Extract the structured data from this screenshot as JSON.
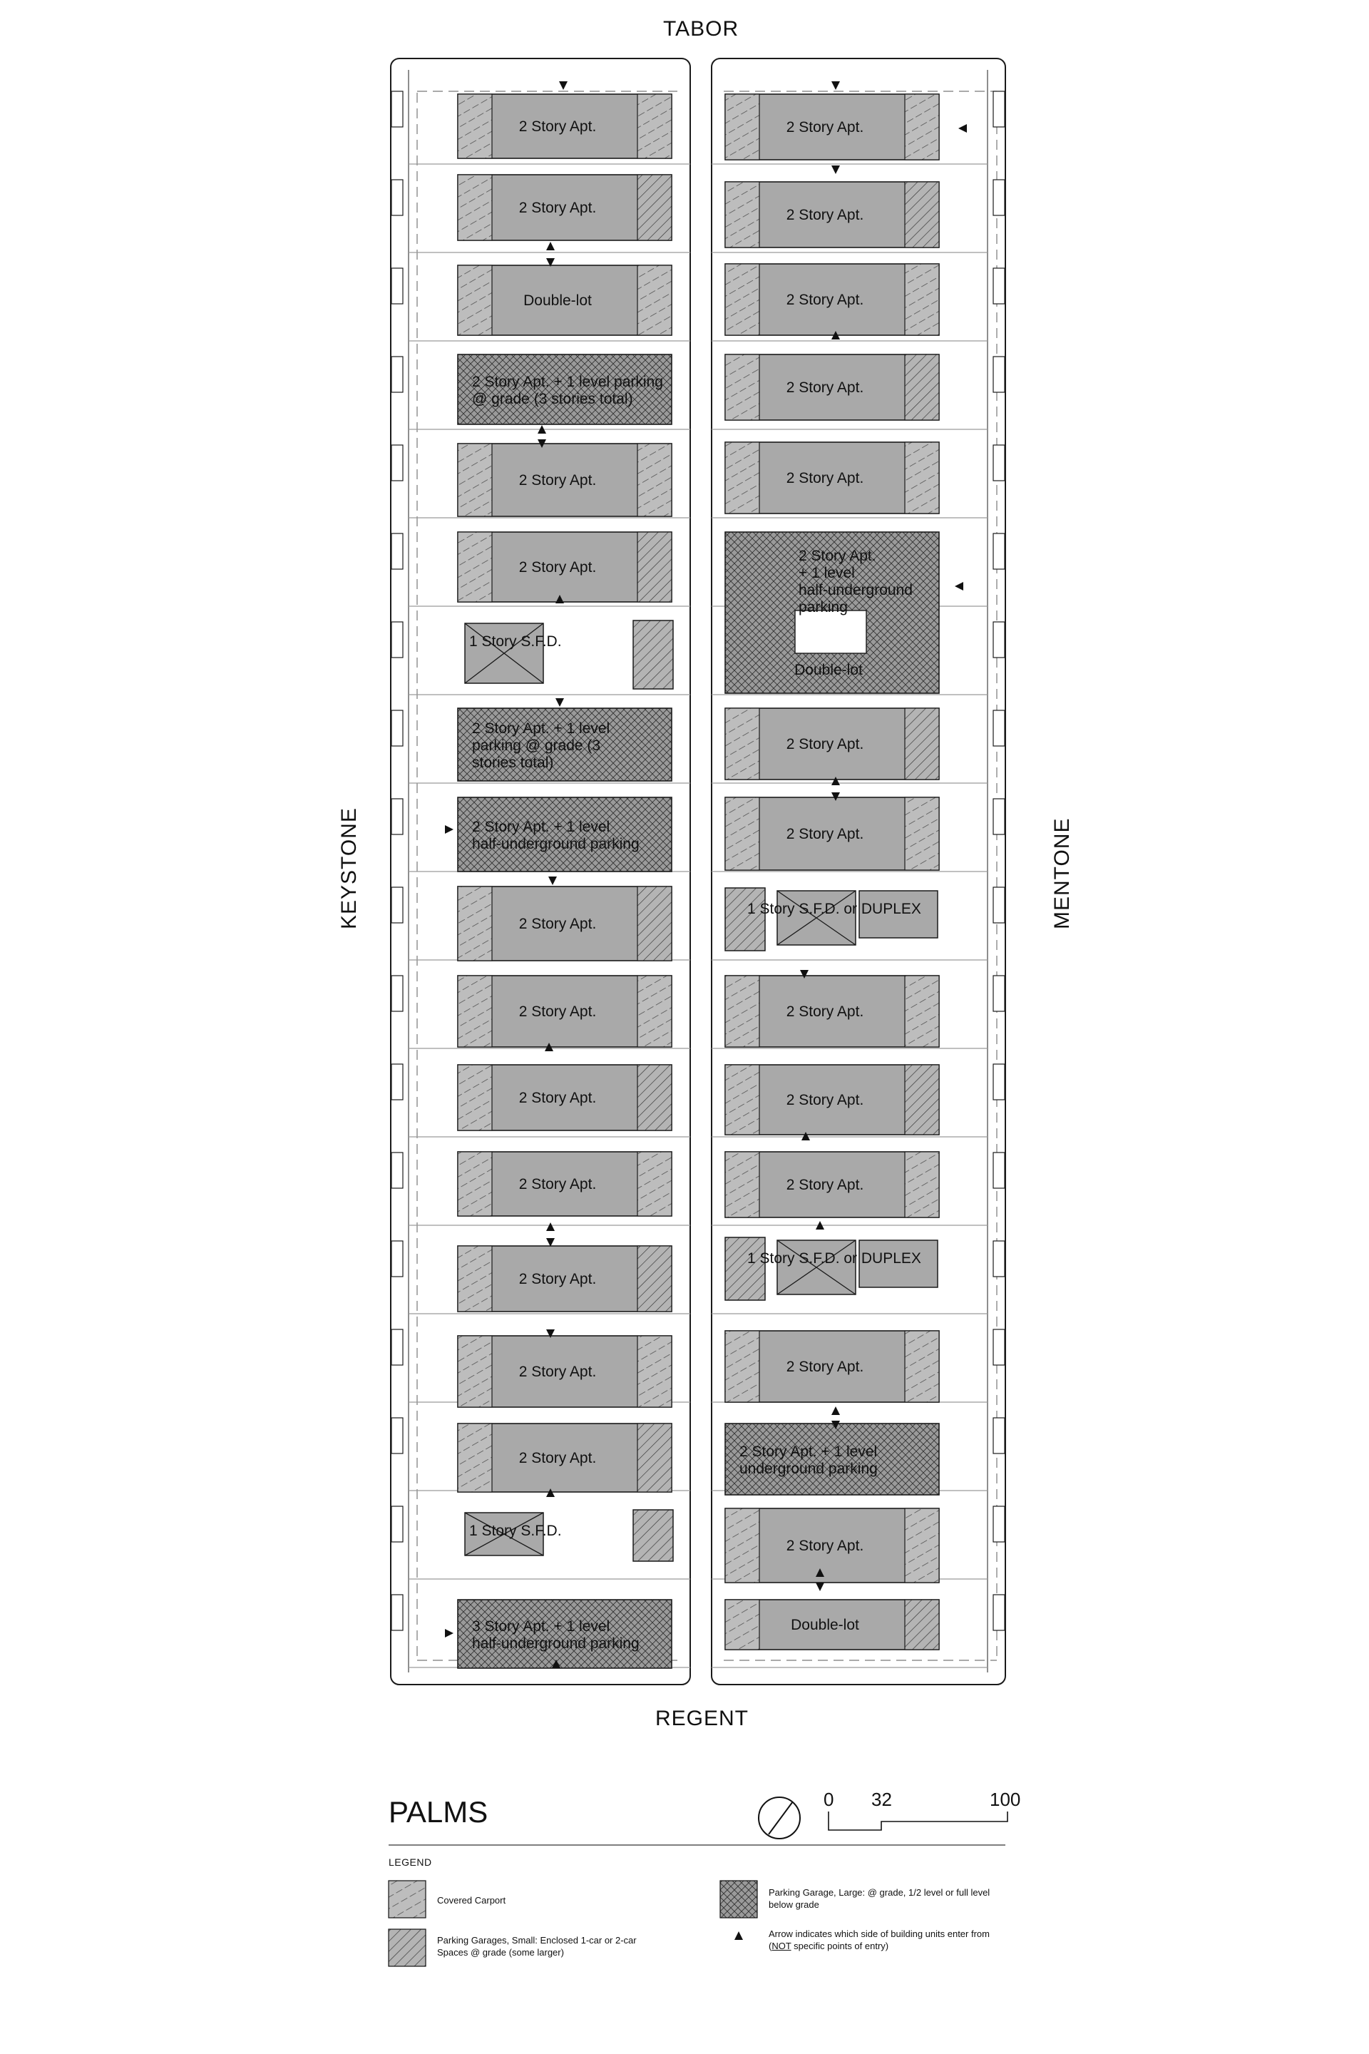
{
  "map": {
    "streets": {
      "north": "TABOR",
      "south": "REGENT",
      "west": "KEYSTONE",
      "east": "MENTONE"
    },
    "title": "PALMS",
    "scale": {
      "labels": [
        "0",
        "32",
        "100"
      ]
    },
    "buildings": {
      "west": [
        {
          "label": [
            "2 Story Apt."
          ],
          "type": "apt"
        },
        {
          "label": [
            "2 Story Apt."
          ],
          "type": "apt"
        },
        {
          "label": [
            "Double-lot"
          ],
          "type": "apt"
        },
        {
          "label": [
            "2 Story Apt. + 1 level parking",
            "@ grade (3 stories total)"
          ],
          "type": "garage"
        },
        {
          "label": [
            "2 Story Apt."
          ],
          "type": "apt"
        },
        {
          "label": [
            "2 Story Apt."
          ],
          "type": "apt"
        },
        {
          "label": [
            "1 Story S.F.D."
          ],
          "type": "sfd"
        },
        {
          "label": [
            "2 Story Apt. + 1 level",
            "parking @ grade (3",
            "stories total)"
          ],
          "type": "garage"
        },
        {
          "label": [
            "2 Story Apt. + 1 level",
            "half-underground parking"
          ],
          "type": "garage"
        },
        {
          "label": [
            "2 Story Apt."
          ],
          "type": "apt"
        },
        {
          "label": [
            "2 Story Apt."
          ],
          "type": "apt"
        },
        {
          "label": [
            "2 Story Apt."
          ],
          "type": "apt"
        },
        {
          "label": [
            "2 Story Apt."
          ],
          "type": "apt"
        },
        {
          "label": [
            "2 Story Apt."
          ],
          "type": "apt"
        },
        {
          "label": [
            "2 Story Apt."
          ],
          "type": "apt"
        },
        {
          "label": [
            "2 Story Apt."
          ],
          "type": "apt"
        },
        {
          "label": [
            "1 Story S.F.D."
          ],
          "type": "sfd"
        },
        {
          "label": [
            "3 Story Apt. + 1 level",
            "half-underground parking"
          ],
          "type": "garage"
        }
      ],
      "east": [
        {
          "label": [
            "2 Story Apt."
          ],
          "type": "apt"
        },
        {
          "label": [
            "2 Story Apt."
          ],
          "type": "apt"
        },
        {
          "label": [
            "2 Story Apt."
          ],
          "type": "apt"
        },
        {
          "label": [
            "2 Story Apt."
          ],
          "type": "apt"
        },
        {
          "label": [
            "2 Story Apt."
          ],
          "type": "apt"
        },
        {
          "label": [
            "2 Story Apt.",
            "+ 1 level",
            "half-underground",
            "parking"
          ],
          "type": "garage"
        },
        {
          "label": [
            "Double-lot"
          ],
          "type": "note"
        },
        {
          "label": [
            "2 Story Apt."
          ],
          "type": "apt"
        },
        {
          "label": [
            "2 Story Apt."
          ],
          "type": "apt"
        },
        {
          "label": [
            "1 Story S.F.D. or DUPLEX"
          ],
          "type": "sfd"
        },
        {
          "label": [
            "2 Story Apt."
          ],
          "type": "apt"
        },
        {
          "label": [
            "2 Story Apt."
          ],
          "type": "apt"
        },
        {
          "label": [
            "2 Story Apt."
          ],
          "type": "apt"
        },
        {
          "label": [
            "1 Story S.F.D. or DUPLEX"
          ],
          "type": "sfd"
        },
        {
          "label": [
            "2 Story Apt."
          ],
          "type": "apt"
        },
        {
          "label": [
            "2 Story Apt. + 1 level",
            "underground parking"
          ],
          "type": "garage"
        },
        {
          "label": [
            "2 Story Apt."
          ],
          "type": "apt"
        },
        {
          "label": [
            "Double-lot"
          ],
          "type": "apt"
        }
      ]
    },
    "colors": {
      "building": "#a9a9a9",
      "outline": "#1a1a1a",
      "lot_line": "#9a9a9a"
    }
  },
  "legend": {
    "heading": "LEGEND",
    "items": [
      {
        "label": "Covered Carport"
      },
      {
        "label": "Parking Garages, Small: Enclosed 1-car or 2-car Spaces @ grade (some larger)"
      },
      {
        "label": "Parking Garage, Large: @ grade, 1/2 level or full level below grade"
      },
      {
        "label": "Arrow indicates which side of building units enter from",
        "label2_pre": "(",
        "label2_emph": "NOT",
        "label2_post": " specific points of entry)"
      }
    ]
  }
}
